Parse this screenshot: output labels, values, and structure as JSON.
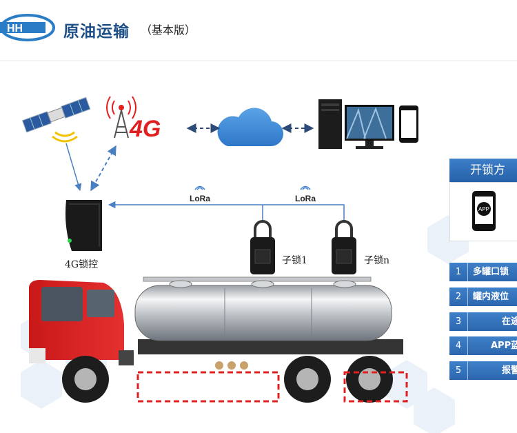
{
  "header": {
    "logo_text": "HH",
    "title": "原油运输",
    "subtitle": "（基本版）"
  },
  "network": {
    "network_label": "4G",
    "lora_label": "LoRa"
  },
  "devices": {
    "lock_controller_label": "4G锁控",
    "sub_lock_1_label": "子锁1",
    "sub_lock_n_label": "子锁n",
    "app_icon_label": "APP"
  },
  "panel": {
    "heading": "开锁方",
    "features": [
      {
        "num": "1",
        "label": "多罐口锁"
      },
      {
        "num": "2",
        "label": "罐内液位"
      },
      {
        "num": "3",
        "label": "在途"
      },
      {
        "num": "4",
        "label": "APP蓝"
      },
      {
        "num": "5",
        "label": "报警"
      }
    ]
  },
  "colors": {
    "accent_blue": "#2b67ad",
    "title_blue": "#1e4f86",
    "truck_red": "#d42020",
    "alert_red": "#e02020",
    "arrow_blue": "#4a7fc1"
  }
}
